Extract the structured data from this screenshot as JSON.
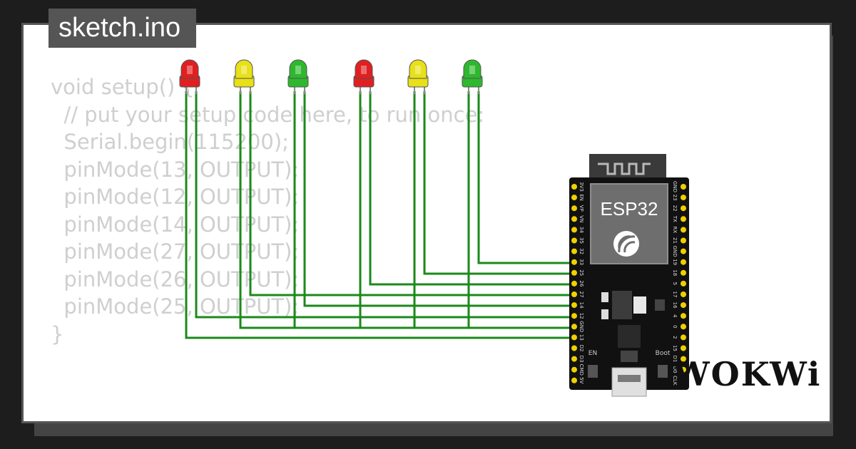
{
  "tab": {
    "filename": "sketch.ino"
  },
  "code_lines": [
    "void setup() {",
    "  // put your setup code here, to run once:",
    "  Serial.begin(115200);",
    "  pinMode(13, OUTPUT);",
    "  pinMode(12, OUTPUT);",
    "  pinMode(14, OUTPUT);",
    "  pinMode(27, OUTPUT);",
    "  pinMode(26, OUTPUT);",
    "  pinMode(25, OUTPUT);",
    "}"
  ],
  "leds": [
    {
      "name": "red",
      "color": "#e02020"
    },
    {
      "name": "yellow",
      "color": "#e8e018"
    },
    {
      "name": "green",
      "color": "#2eb82e"
    },
    {
      "name": "red",
      "color": "#e02020"
    },
    {
      "name": "yellow",
      "color": "#e8e018"
    },
    {
      "name": "green",
      "color": "#2eb82e"
    }
  ],
  "board": {
    "chip_label": "ESP32",
    "left_pins": [
      "3V3",
      "EN",
      "VP",
      "VN",
      "34",
      "35",
      "32",
      "33",
      "25",
      "26",
      "27",
      "14",
      "12",
      "GND",
      "13",
      "D2",
      "D3",
      "CMD",
      "5V"
    ],
    "right_pins": [
      "GND",
      "23",
      "22",
      "TX",
      "RX",
      "21",
      "GND",
      "19",
      "18",
      "5",
      "17",
      "16",
      "4",
      "0",
      "2",
      "15",
      "D1",
      "D0",
      "CLK"
    ],
    "buttons": {
      "en": "EN",
      "boot": "Boot"
    }
  },
  "wire_color": "#1a8a1a",
  "logo": {
    "text": "WOKWi"
  }
}
